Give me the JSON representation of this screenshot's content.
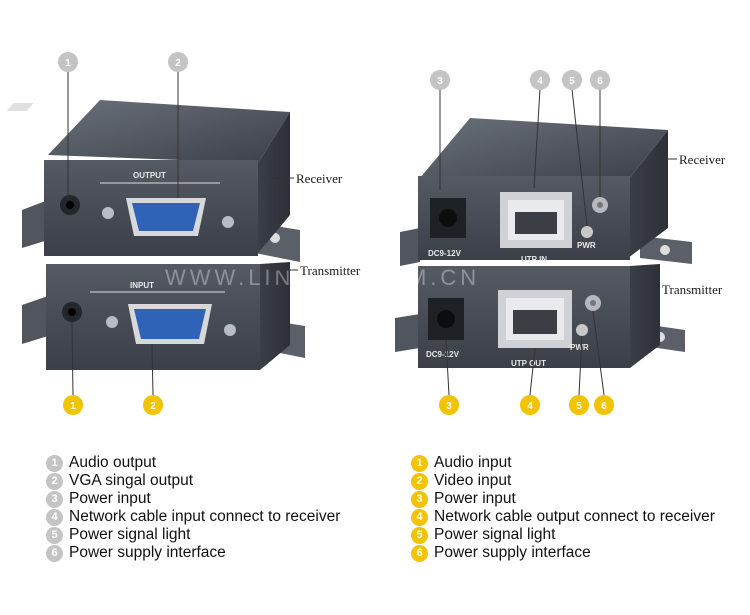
{
  "diagram": {
    "callouts_top": [
      "1",
      "2",
      "3",
      "4",
      "5",
      "6"
    ],
    "callouts_bottom": [
      "1",
      "2",
      "3",
      "4",
      "5",
      "6"
    ],
    "device_labels": {
      "receiver": "Receiver",
      "transmitter": "Transmitter"
    },
    "panel_text": {
      "output": "OUTPUT",
      "input": "INPUT",
      "dc": "DC9-12V",
      "utp_in": "UTP IN",
      "utp_out": "UTP OUT",
      "pwr": "PWR"
    },
    "watermark": "WWW.LINK-MI.COM.CN"
  },
  "legend": {
    "receiver_side": [
      {
        "num": "1",
        "text": "Audio output"
      },
      {
        "num": "2",
        "text": "VGA singal output"
      },
      {
        "num": "3",
        "text": "Power input"
      },
      {
        "num": "4",
        "text": "Network cable input connect to receiver"
      },
      {
        "num": "5",
        "text": "Power signal light"
      },
      {
        "num": "6",
        "text": "Power supply interface"
      }
    ],
    "transmitter_side": [
      {
        "num": "1",
        "text": "Audio input"
      },
      {
        "num": "2",
        "text": "Video input"
      },
      {
        "num": "3",
        "text": "Power input"
      },
      {
        "num": "4",
        "text": "Network cable output connect to receiver"
      },
      {
        "num": "5",
        "text": "Power signal light"
      },
      {
        "num": "6",
        "text": "Power supply interface"
      }
    ]
  },
  "colors": {
    "callout_gray": "#c4c4c4",
    "callout_yellow": "#f2c300",
    "device_body": "#4a4f58",
    "vga_blue": "#2f63b8"
  }
}
